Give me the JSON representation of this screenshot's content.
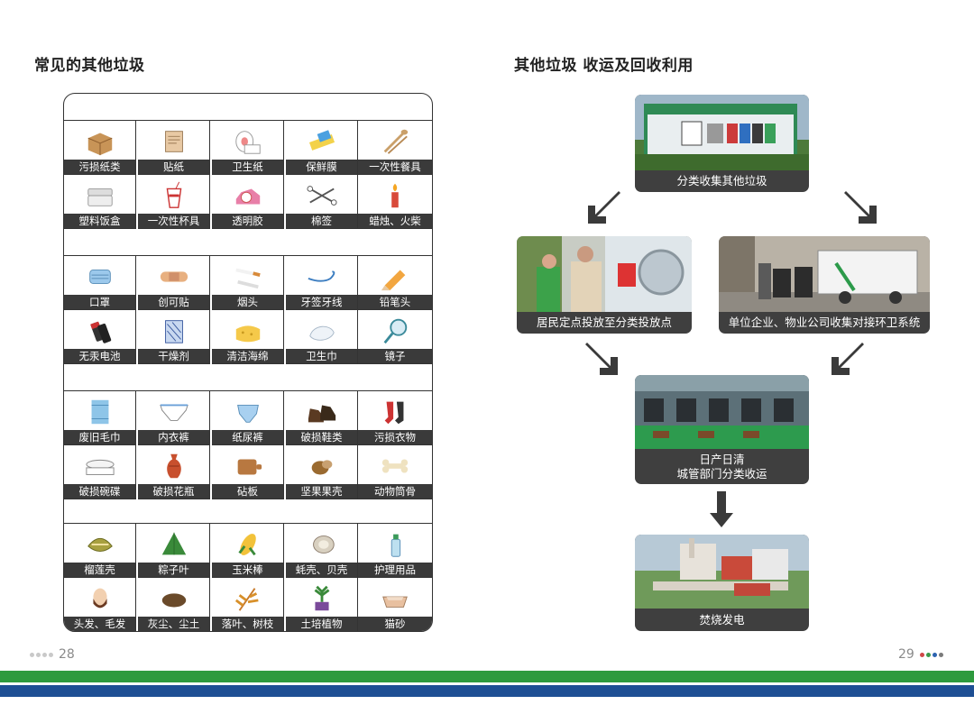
{
  "left": {
    "title": "常见的其他垃圾",
    "groups": [
      {
        "items": [
          {
            "icon": "cardboard-box-icon",
            "label": "污损纸类"
          },
          {
            "icon": "sticker-paper-icon",
            "label": "贴纸"
          },
          {
            "icon": "toilet-paper-icon",
            "label": "卫生纸"
          },
          {
            "icon": "cling-film-icon",
            "label": "保鲜膜"
          },
          {
            "icon": "disposable-utensils-icon",
            "label": "一次性餐具"
          },
          {
            "icon": "plastic-lunchbox-icon",
            "label": "塑料饭盒"
          },
          {
            "icon": "disposable-cup-icon",
            "label": "一次性杯具"
          },
          {
            "icon": "tape-dispenser-icon",
            "label": "透明胶"
          },
          {
            "icon": "cotton-swab-icon",
            "label": "棉签"
          },
          {
            "icon": "candle-icon",
            "label": "蜡烛、火柴"
          }
        ]
      },
      {
        "items": [
          {
            "icon": "face-mask-icon",
            "label": "口罩"
          },
          {
            "icon": "band-aid-icon",
            "label": "创可贴"
          },
          {
            "icon": "cigarette-butt-icon",
            "label": "烟头"
          },
          {
            "icon": "floss-toothpick-icon",
            "label": "牙签牙线"
          },
          {
            "icon": "pencil-shavings-icon",
            "label": "铅笔头"
          },
          {
            "icon": "mercury-free-battery-icon",
            "label": "无汞电池"
          },
          {
            "icon": "desiccant-icon",
            "label": "干燥剂"
          },
          {
            "icon": "sponge-icon",
            "label": "清洁海绵"
          },
          {
            "icon": "sanitary-pad-icon",
            "label": "卫生巾"
          },
          {
            "icon": "mirror-icon",
            "label": "镜子"
          }
        ]
      },
      {
        "items": [
          {
            "icon": "old-towel-icon",
            "label": "废旧毛巾"
          },
          {
            "icon": "underwear-icon",
            "label": "内衣裤"
          },
          {
            "icon": "diaper-icon",
            "label": "纸尿裤"
          },
          {
            "icon": "worn-shoes-icon",
            "label": "破损鞋类"
          },
          {
            "icon": "dirty-clothes-icon",
            "label": "污损衣物"
          },
          {
            "icon": "broken-dishes-icon",
            "label": "破损碗碟"
          },
          {
            "icon": "broken-vase-icon",
            "label": "破损花瓶"
          },
          {
            "icon": "cutting-board-icon",
            "label": "砧板"
          },
          {
            "icon": "nut-shell-icon",
            "label": "坚果果壳"
          },
          {
            "icon": "animal-bone-icon",
            "label": "动物筒骨"
          }
        ]
      },
      {
        "items": [
          {
            "icon": "durian-shell-icon",
            "label": "榴莲壳"
          },
          {
            "icon": "zongzi-leaf-icon",
            "label": "粽子叶"
          },
          {
            "icon": "corn-cob-icon",
            "label": "玉米棒"
          },
          {
            "icon": "oyster-shell-icon",
            "label": "蚝壳、贝壳"
          },
          {
            "icon": "care-product-icon",
            "label": "护理用品"
          },
          {
            "icon": "hair-beard-icon",
            "label": "头发、毛发"
          },
          {
            "icon": "dust-icon",
            "label": "灰尘、尘土"
          },
          {
            "icon": "fallen-leaves-icon",
            "label": "落叶、树枝"
          },
          {
            "icon": "potted-plant-icon",
            "label": "土培植物"
          },
          {
            "icon": "cat-litter-icon",
            "label": "猫砂"
          }
        ]
      }
    ]
  },
  "right": {
    "title": "其他垃圾 收运及回收利用",
    "steps": {
      "collect": "分类收集其他垃圾",
      "resident": "居民定点投放至分类投放点",
      "enterprise": "单位企业、物业公司收集对接环卫系统",
      "daily_line1": "日产日清",
      "daily_line2": "城管部门分类收运",
      "incinerate": "焚烧发电"
    }
  },
  "footer": {
    "left_page": "28",
    "right_page": "29",
    "colors": {
      "green": "#2e9a3e",
      "blue": "#1e4f94"
    }
  }
}
